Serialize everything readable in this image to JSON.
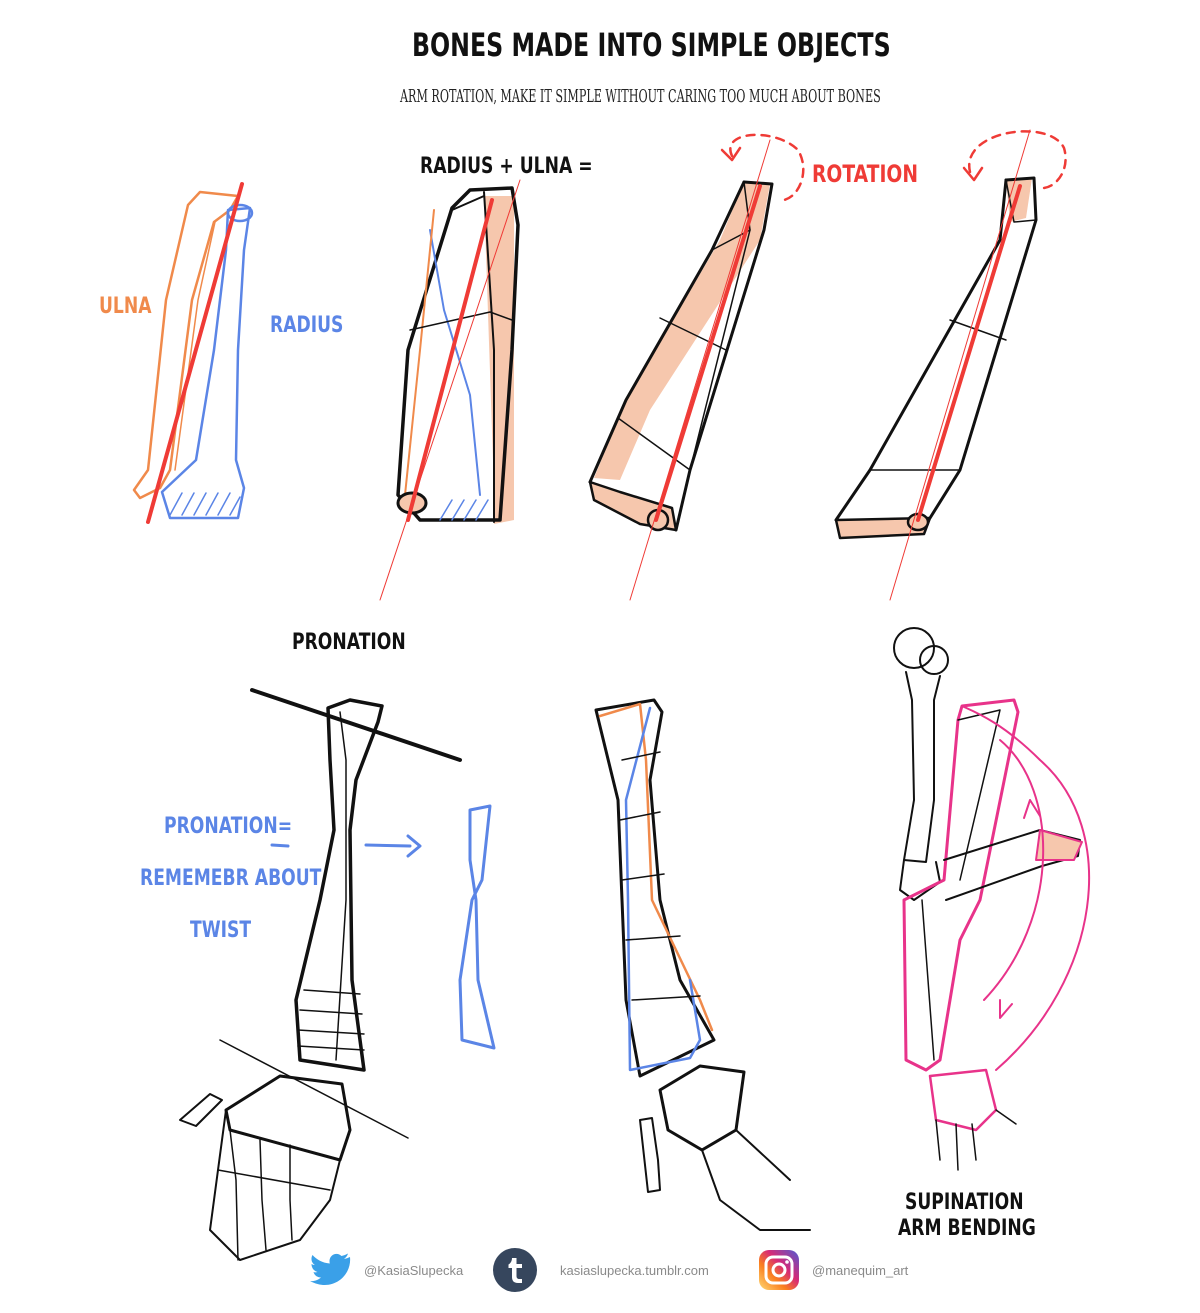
{
  "header": {
    "title": "BONES MADE INTO SIMPLE OBJECTS",
    "subtitle": "ARM ROTATION, MAKE IT SIMPLE WITHOUT CARING TOO MUCH ABOUT BONES"
  },
  "labels": {
    "ulna": "ULNA",
    "radius": "RADIUS",
    "radius_plus_ulna": "RADIUS + ULNA =",
    "rotation": "ROTATION",
    "pronation": "PRONATION",
    "pronation_eq": "PRONATION=",
    "remember_about": "REMEMEBR ABOUT",
    "twist": "TWIST",
    "supination": "SUPINATION",
    "arm_bending": "ARM BENDING"
  },
  "footer": {
    "twitter": {
      "icon": "twitter-bird-icon",
      "handle": "@KasiaSlupecka",
      "color": "#3aa0e8"
    },
    "tumblr": {
      "icon": "tumblr-icon",
      "handle": "kasiaslupecka.tumblr.com",
      "color": "#36465d"
    },
    "instagram": {
      "icon": "instagram-icon",
      "handle": "@manequim_art",
      "color": "#d6249f"
    }
  },
  "colors": {
    "ulna": "#f08a4b",
    "radius": "#5b85e6",
    "axis": "#ef3b36",
    "skin_fill": "#f6c7ad",
    "supination": "#e8338a"
  }
}
